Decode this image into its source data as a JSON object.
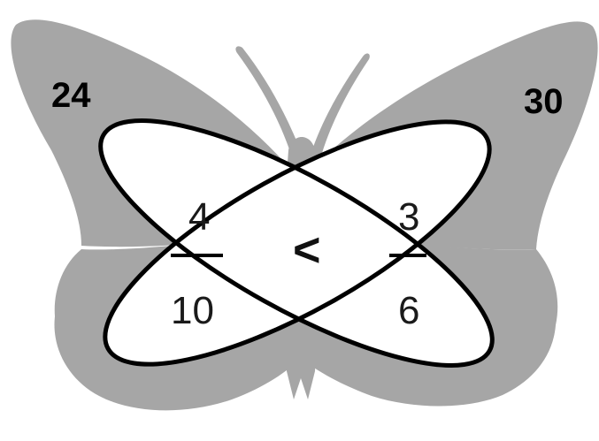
{
  "diagram": {
    "top_left_value": "24",
    "top_right_value": "30",
    "upper_left_value": "4",
    "upper_right_value": "3",
    "lower_left_value": "10",
    "lower_right_value": "6",
    "center_symbol": "<"
  },
  "colors": {
    "butterfly": "#a6a6a6",
    "ellipse_fill": "#ffffff",
    "outline": "#000000",
    "text": "#1a1a1a"
  },
  "icons": {
    "background": "butterfly-silhouette"
  }
}
